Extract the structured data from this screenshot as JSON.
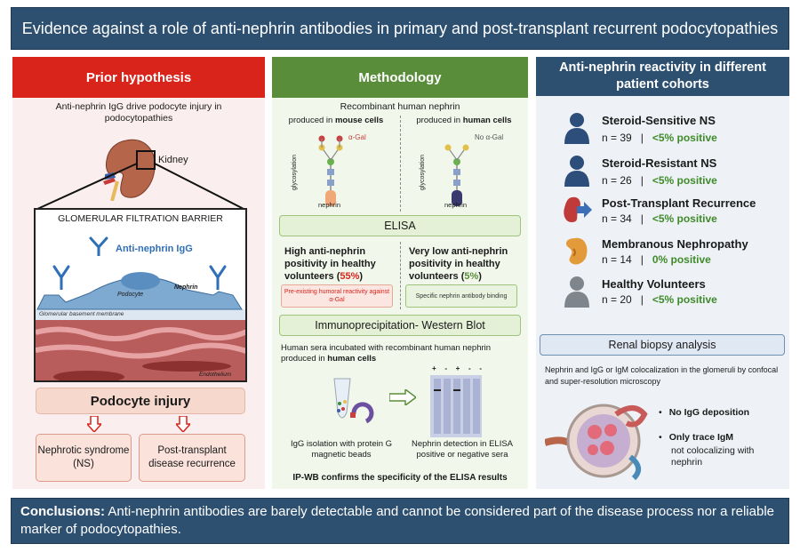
{
  "title": "Evidence against a role of anti-nephrin antibodies in primary and post-transplant recurrent podocytopathies",
  "prior": {
    "heading": "Prior hypothesis",
    "intro": "Anti-nephrin IgG drive podocyte injury in podocytopathies",
    "kidney_label": "Kidney",
    "gfb_title": "GLOMERULAR FILTRATION BARRIER",
    "antibody_label": "Anti-nephrin IgG",
    "podocyte_label": "Podocyte",
    "nephrin_label": "Nephrin",
    "gbm_label": "Glomerular basement membrane",
    "endothelium_label": "Endothelium",
    "injury": "Podocyte injury",
    "outcome_1": "Nephrotic syndrome (NS)",
    "outcome_2": "Post-transplant disease recurrence"
  },
  "method": {
    "heading": "Methodology",
    "recombinant": "Recombinant human nephrin",
    "mouse_prefix": "produced in ",
    "mouse_bold": "mouse cells",
    "human_prefix": "produced in ",
    "human_bold": "human cells",
    "alpha_gal": "α-Gal",
    "no_alpha_gal": "No α-Gal",
    "glycosylation": "glycosylation",
    "nephrin": "nephrin",
    "elisa": "ELISA",
    "high_text": "High anti-nephrin positivity in healthy volunteers",
    "high_pct": "55%",
    "low_text": "Very low anti-nephrin positivity in healthy volunteers",
    "low_pct": "5%",
    "high_note": "Pre-existing humoral reactivity against α-Gal",
    "low_note": "Specific nephrin antibody binding",
    "ipwb": "Immunoprecipitation- Western Blot",
    "sera_text": "Human sera incubated with recombinant human nephrin produced in ",
    "sera_bold": "human cells",
    "blot_signs": [
      "+",
      "-",
      "+",
      "-",
      "-"
    ],
    "caption_1": "IgG isolation with protein G magnetic beads",
    "caption_2": "Nephrin detection in ELISA positive or negative sera",
    "confirm": "IP-WB confirms the specificity of the ELISA results"
  },
  "cohorts": {
    "heading": "Anti-nephrin reactivity in different patient cohorts",
    "items": [
      {
        "name": "Steroid-Sensitive NS",
        "n": "n = 39",
        "sep": "|",
        "positive": "<5% positive",
        "icon": "person-icon"
      },
      {
        "name": "Steroid-Resistant NS",
        "n": "n = 26",
        "sep": "|",
        "positive": "<5% positive",
        "icon": "person-icon"
      },
      {
        "name": "Post-Transplant Recurrence",
        "n": "n = 34",
        "sep": "|",
        "positive": "<5% positive",
        "icon": "kidney-arrow-icon"
      },
      {
        "name": "Membranous Nephropathy",
        "n": "n = 14",
        "sep": "|",
        "positive": "0% positive",
        "icon": "kidney-icon"
      },
      {
        "name": "Healthy Volunteers",
        "n": "n = 20",
        "sep": "|",
        "positive": "<5% positive",
        "icon": "person-icon"
      }
    ],
    "renal_heading": "Renal biopsy analysis",
    "renal_text": "Nephrin and IgG or IgM colocalization in the glomeruli by confocal and super-resolution microscopy",
    "bullet_1": "No IgG deposition",
    "bullet_2_bold": "Only trace IgM",
    "bullet_2_rest": "not colocalizing with nephrin"
  },
  "conclusion": {
    "label": "Conclusions:",
    "text": " Anti-nephrin antibodies are barely detectable and cannot be considered part of the disease process nor a reliable marker of podocytopathies."
  },
  "colors": {
    "navy": "#2e5070",
    "red": "#d9241c",
    "green": "#5a8d3a",
    "positive_green": "#3f8a2a",
    "antibody_blue": "#2f6fb5"
  }
}
